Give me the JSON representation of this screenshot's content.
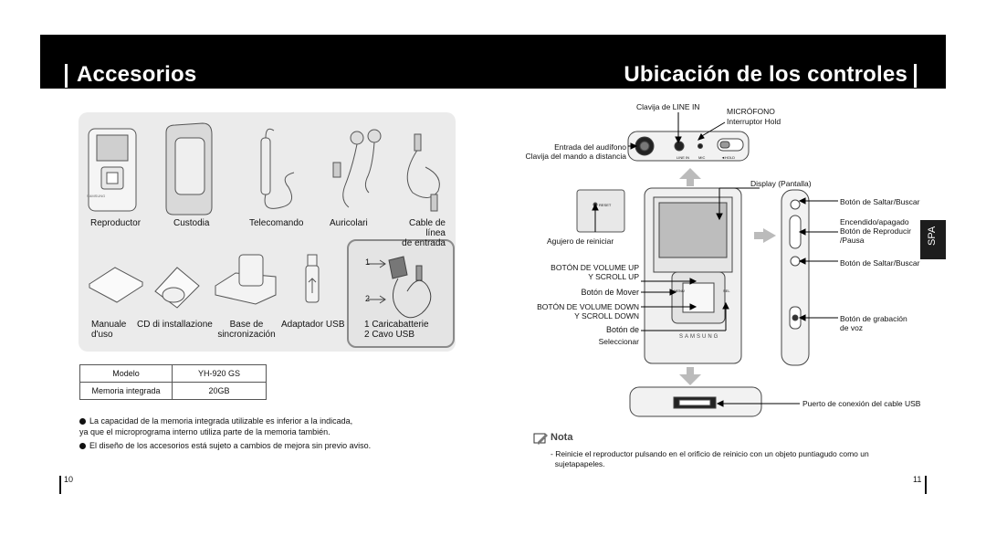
{
  "header": {
    "left_title": "Accesorios",
    "right_title": "Ubicación de los controles"
  },
  "accessories": [
    {
      "label": "Reproductor"
    },
    {
      "label": "Custodia"
    },
    {
      "label": "Telecomando"
    },
    {
      "label": "Auricolari"
    },
    {
      "label": "Cable de línea\nde entrada"
    },
    {
      "label": "Manuale\nd'uso"
    },
    {
      "label": "CD di installazione"
    },
    {
      "label": "Base de\nsincronización"
    },
    {
      "label": "Adaptador USB"
    },
    {
      "label": "1 Caricabatterie\n2 Cavo USB"
    }
  ],
  "usb_markers": [
    "1",
    "2"
  ],
  "device_brand": "SAMSUNG",
  "spec_table": {
    "rows": [
      [
        "Modelo",
        "YH-920 GS"
      ],
      [
        "Memoria integrada",
        "20GB"
      ]
    ]
  },
  "notes_left": [
    "La capacidad de la memoria integrada utilizable es inferior a la indicada,\nya que el microprograma interno utiliza parte de la memoria también.",
    "El diseño de los accesorios está sujeto a cambios de mejora sin previo aviso."
  ],
  "controls": {
    "line_in": "Clavija de LINE IN",
    "mic": "MICRÓFONO",
    "hold": "Interruptor Hold",
    "earphone": "Entrada del audífono\nClavija del mando a distancia",
    "display": "Display (Pantalla)",
    "reset": "Agujero de reiniciar",
    "volume_up": "BOTÓN DE VOLUME UP\nY SCROLL UP",
    "move": "Botón de Mover",
    "volume_down": "BOTÓN DE VOLUME DOWN\nY SCROLL DOWN",
    "select_1": "Botón de",
    "select_2": "Seleccionar",
    "skip_top": "Botón de Saltar/Buscar",
    "power_play": "Encendido/apagado\nBotón de Reproducir\n/Pausa",
    "skip_bottom": "Botón de Saltar/Buscar",
    "record": "Botón de grabación\nde voz",
    "usb_port": "Puerto de conexión del cable USB",
    "top_port_labels": [
      "LINE IN",
      "MIC",
      "◄HOLD"
    ],
    "pad_labels": [
      "MENU",
      "SEL"
    ],
    "reset_tag": "RESET"
  },
  "note": {
    "title": "Nota",
    "text": "- Reinicie el reproductor pulsando en el orificio de reinicio con un objeto puntiagudo como un\n  sujetapapeles."
  },
  "language_tab": "SPA",
  "page_numbers": {
    "left": "10",
    "right": "11"
  },
  "colors": {
    "banner": "#000000",
    "panel": "#ebebeb",
    "tab": "#1d1d1d"
  }
}
